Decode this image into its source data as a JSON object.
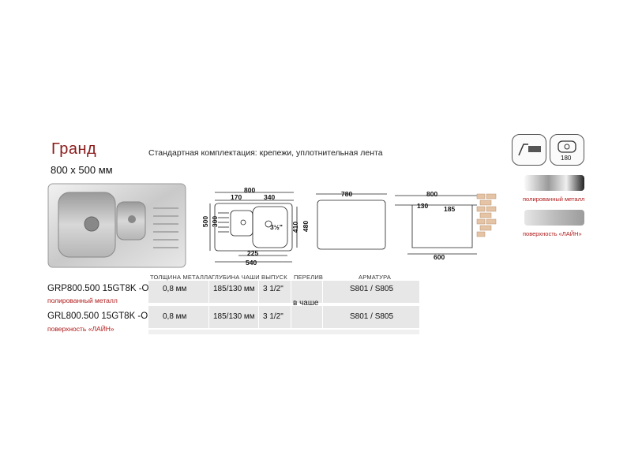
{
  "header": {
    "title": "Гранд",
    "size": "800 x 500 мм",
    "kit": "Стандартная комплектация: крепежи, уплотнительная лента"
  },
  "icons": {
    "mount_icon": "top-mount-icon",
    "bowl_icon": "bowl-radius-icon",
    "bowl_radius": "180"
  },
  "finishes": {
    "polished": "полированный металл",
    "line": "поверхность «ЛАЙН»"
  },
  "drawing_top": {
    "overall": "800",
    "small": "170",
    "big": "340",
    "height_outer": "500",
    "height_inner": "300",
    "bowl_h": "410",
    "outlet": "3½\"",
    "bottom_inner": "225",
    "bottom_outer": "540",
    "side_h": "480"
  },
  "drawing_cutout": {
    "width": "780"
  },
  "drawing_side": {
    "width": "800",
    "d1": "130",
    "d2": "185",
    "bottom": "600"
  },
  "table": {
    "headers": [
      "Толщина металла",
      "Глубина чаши",
      "Выпуск",
      "Перелив",
      "Арматура"
    ],
    "rows": [
      {
        "model": "GRP800.500 15GT8K -O",
        "finish": "полированный металл",
        "thickness": "0,8 мм",
        "depth": "185/130 мм",
        "outlet": "3 1/2\"",
        "fittings": "S801 / S805"
      },
      {
        "model": "GRL800.500 15GT8K -O",
        "finish": "поверхность «ЛАЙН»",
        "thickness": "0,8 мм",
        "depth": "185/130 мм",
        "outlet": "3 1/2\"",
        "fittings": "S801 / S805"
      }
    ],
    "overflow": "в чаше"
  },
  "colors": {
    "brand_red": "#8b1a1a",
    "finish_red": "#b01818",
    "band": "#e7e7e7"
  }
}
